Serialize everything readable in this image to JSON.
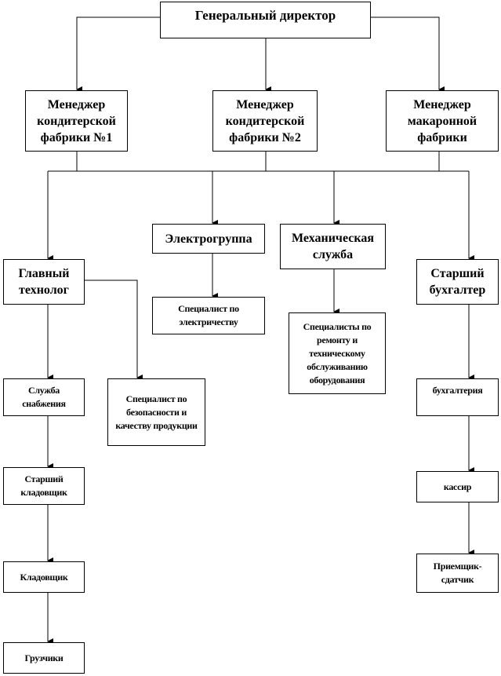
{
  "nodes": {
    "ceo": "Генеральный директор",
    "manager1": "Менеджер кондитерской фабрики №1",
    "manager2": "Менеджер кондитерской фабрики №2",
    "manager3": "Менеджер макаронной фабрики",
    "chief_technologist": "Главный технолог",
    "electro_group": "Электрогруппа",
    "mechanical_service": "Механическая служба",
    "senior_accountant": "Старший бухгалтер",
    "electricity_specialist": "Специалист по электричеству",
    "repair_specialists": "Специалисты по ремонту и техническому обслуживанию оборудования",
    "supply_service": "Служба снабжения",
    "safety_specialist": "Специалист по безопасности и качеству продукции",
    "accounting": "бухгалтерия",
    "senior_storekeeper": "Старший кладовщик",
    "cashier": "кассир",
    "storekeeper": "Кладовщик",
    "receiver": "Приемщик-сдатчик",
    "loaders": "Грузчики"
  },
  "colors": {
    "line": "#000000",
    "background": "#ffffff"
  }
}
